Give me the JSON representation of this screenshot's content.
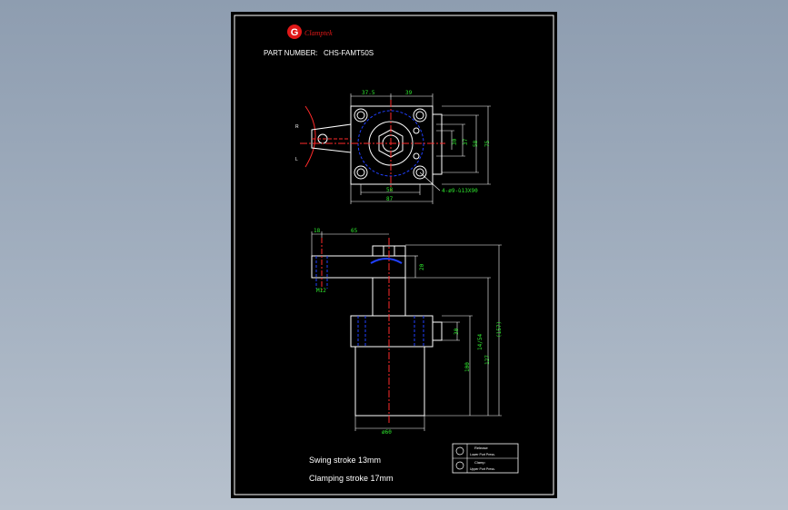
{
  "brand": {
    "name": "Clamptek",
    "logo_letter": "G",
    "brand_color": "#e01818"
  },
  "header": {
    "part_label": "PART NUMBER:",
    "part_number": "CHS-FAMT50S"
  },
  "top_view": {
    "dims": {
      "d375": "37.5",
      "d39": "39",
      "d30": "30",
      "d37": "37",
      "d58r": "58",
      "d75": "75",
      "d58b": "58",
      "d87": "87",
      "holes": "4-ø9-ù13X90"
    },
    "side_r": "R",
    "side_l": "L"
  },
  "side_view": {
    "dims": {
      "d18": "18",
      "d65": "65",
      "d20": "20",
      "m12": "M12",
      "d30": "30",
      "d100": "100",
      "d127": "127",
      "stroke_label": "14/54",
      "d157": "(157)",
      "dia60": "ø60"
    }
  },
  "notes": {
    "swing": "Swing stroke 13mm",
    "clamping": "Clamping stroke 17mm"
  },
  "legend": {
    "title1": "Release",
    "text1": "Lower Port Press.",
    "title2": "Clamp",
    "text2": "Upper Port Press."
  },
  "colors": {
    "line": "#ffffff",
    "dimension": "#2ee82e",
    "center": "#ff2a2a",
    "hidden": "#2040ff"
  }
}
